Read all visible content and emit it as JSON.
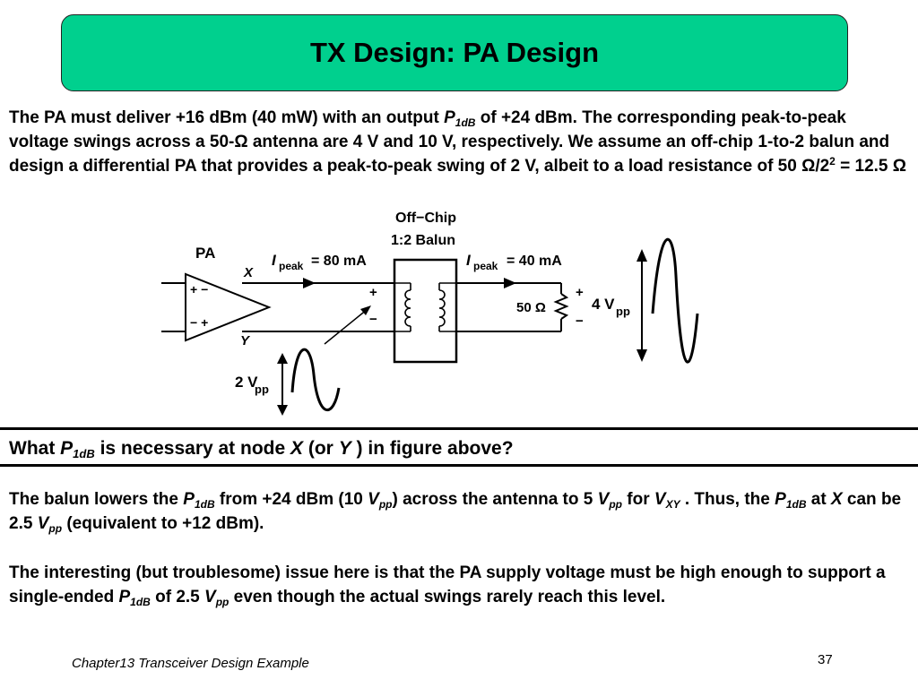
{
  "title": "TX Design: PA Design",
  "intro": {
    "t1": "The PA must deliver +16 dBm (40 mW) with an output ",
    "p": "P",
    "p_sub": "1dB",
    "t2": " of +24 dBm. The corresponding peak-to-peak voltage swings across a 50-Ω antenna are 4 V and 10 V, respectively. We assume an off-chip 1-to-2 balun and design a differential PA that provides a peak-to-peak swing of 2 V, albeit to a load resistance of 50 Ω/2",
    "sup": "2",
    "t3": " = 12.5 Ω"
  },
  "diagram": {
    "balun_label_1": "Off−Chip",
    "balun_label_2": "1:2 Balun",
    "pa_label": "PA",
    "node_x": "X",
    "node_y": "Y",
    "i_left_i": "I",
    "i_left_sub": "peak",
    "i_left_val": "= 80 mA",
    "i_right_i": "I",
    "i_right_sub": "peak",
    "i_right_val": "= 40 mA",
    "plus": "+",
    "minus": "−",
    "pa_in_top": "+ −",
    "pa_in_bot": "− +",
    "resistor": "50 Ω",
    "vout_main": "4 V",
    "vout_sub": "pp",
    "vin_main": "2 V",
    "vin_sub": "pp"
  },
  "question": {
    "q1": "What ",
    "p": "P",
    "p_sub": "1dB",
    "q2": " is necessary at node ",
    "x": "X",
    "q3": " (or ",
    "y": "Y",
    "q4": " ) in figure above?"
  },
  "answer1": {
    "a1": "The balun lowers the ",
    "p": "P",
    "p_sub": "1dB",
    "a2": " from +24 dBm (10 ",
    "v1": "V",
    "v1_sub": "pp",
    "a3": ") across the antenna to 5 ",
    "v2": "V",
    "v2_sub": "pp",
    "a4": " for ",
    "vxy": "V",
    "vxy_sub": "XY",
    "a5": " . Thus, the ",
    "p2": "P",
    "p2_sub": "1dB",
    "a6": " at ",
    "x": "X",
    "a7": " can be 2.5 ",
    "v3": "V",
    "v3_sub": "pp",
    "a8": " (equivalent to +12 dBm)."
  },
  "answer2": {
    "b1": "The interesting (but troublesome) issue here is that the PA supply voltage must be high enough to support a single-ended ",
    "p": "P",
    "p_sub": "1dB",
    "b2": " of 2.5 ",
    "v": "V",
    "v_sub": "pp",
    "b3": " even though the actual swings rarely reach this level."
  },
  "footer": {
    "chapter": "Chapter13 Transceiver Design Example",
    "page": "37"
  }
}
